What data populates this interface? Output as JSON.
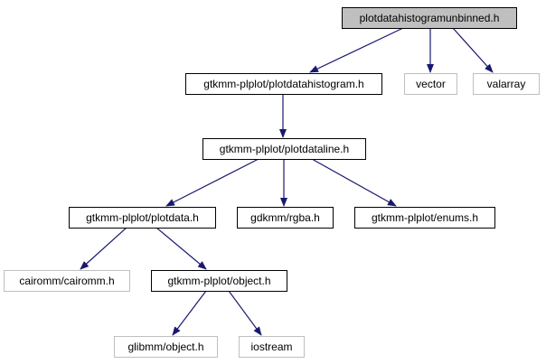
{
  "diagram": {
    "nodes": [
      {
        "id": "root",
        "label": "plotdatahistogramunbinned.h",
        "style": "root"
      },
      {
        "id": "hist",
        "label": "gtkmm-plplot/plotdatahistogram.h",
        "style": "local"
      },
      {
        "id": "vector",
        "label": "vector",
        "style": "system"
      },
      {
        "id": "valarray",
        "label": "valarray",
        "style": "system"
      },
      {
        "id": "line",
        "label": "gtkmm-plplot/plotdataline.h",
        "style": "local"
      },
      {
        "id": "plotdata",
        "label": "gtkmm-plplot/plotdata.h",
        "style": "local"
      },
      {
        "id": "rgba",
        "label": "gdkmm/rgba.h",
        "style": "local"
      },
      {
        "id": "enums",
        "label": "gtkmm-plplot/enums.h",
        "style": "local"
      },
      {
        "id": "cairomm",
        "label": "cairomm/cairomm.h",
        "style": "system"
      },
      {
        "id": "object",
        "label": "gtkmm-plplot/object.h",
        "style": "local"
      },
      {
        "id": "glibobj",
        "label": "glibmm/object.h",
        "style": "system"
      },
      {
        "id": "iostream",
        "label": "iostream",
        "style": "system"
      }
    ],
    "edges": [
      [
        "root",
        "hist"
      ],
      [
        "root",
        "vector"
      ],
      [
        "root",
        "valarray"
      ],
      [
        "hist",
        "line"
      ],
      [
        "line",
        "plotdata"
      ],
      [
        "line",
        "rgba"
      ],
      [
        "line",
        "enums"
      ],
      [
        "plotdata",
        "cairomm"
      ],
      [
        "plotdata",
        "object"
      ],
      [
        "object",
        "glibobj"
      ],
      [
        "object",
        "iostream"
      ]
    ],
    "colors": {
      "edge": "#191970",
      "root_fill": "#bfbfbf",
      "local_border": "#000000",
      "system_border": "#bfbfbf",
      "node_fill": "#ffffff"
    }
  }
}
